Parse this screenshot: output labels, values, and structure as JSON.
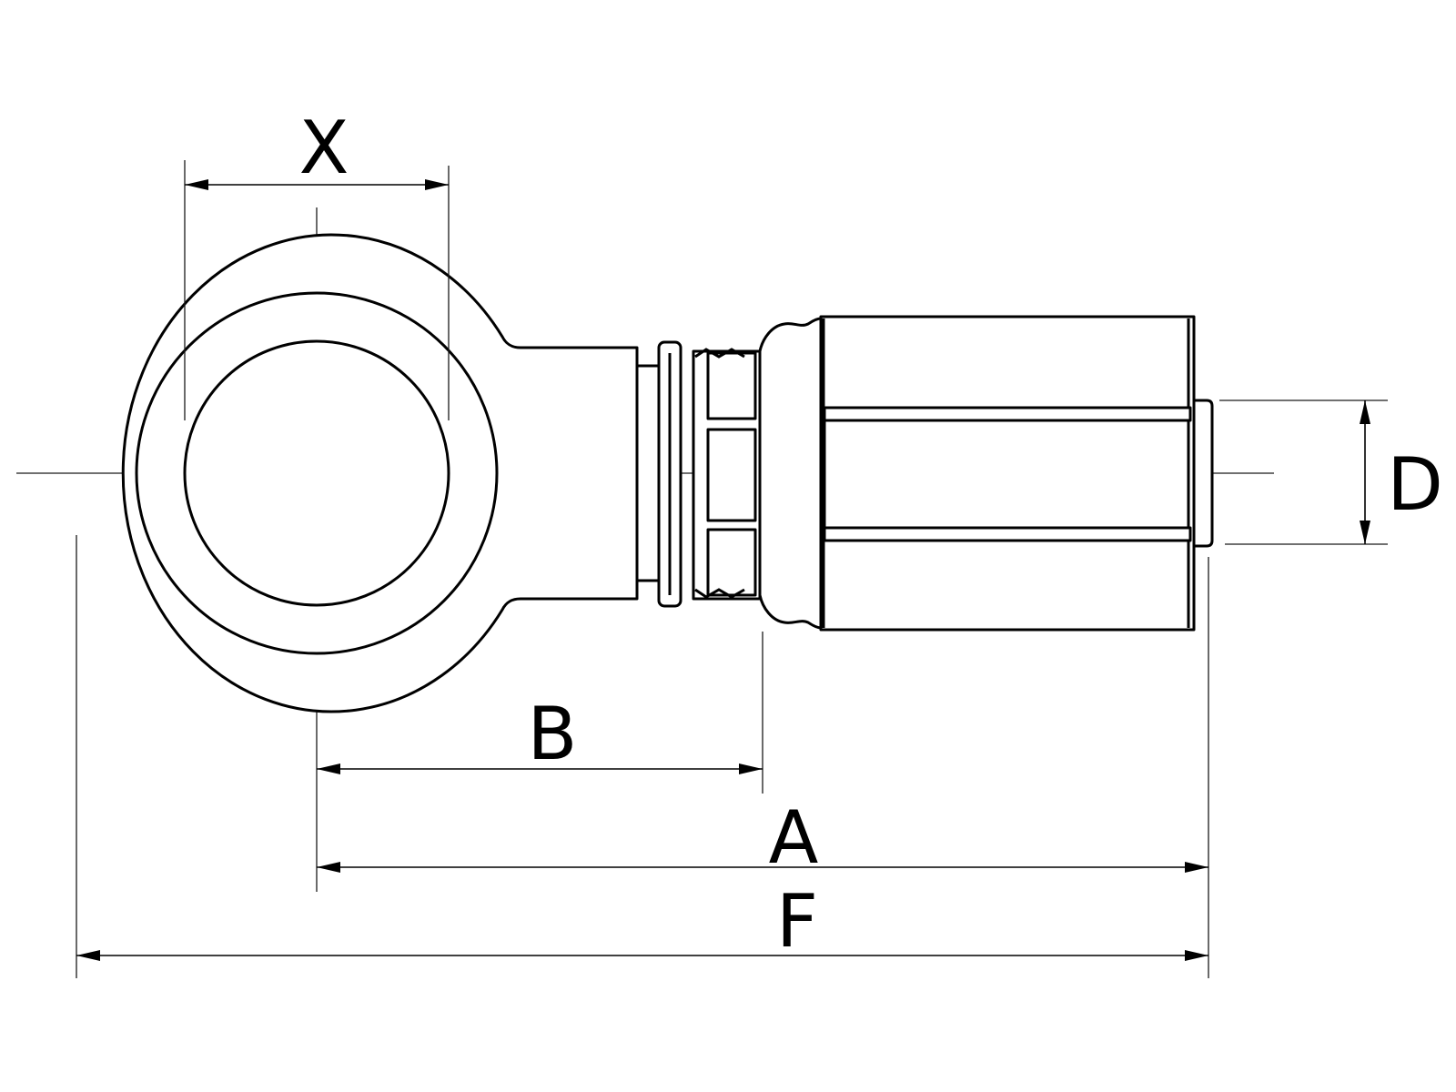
{
  "diagram": {
    "labels": {
      "x": "X",
      "b": "B",
      "a": "A",
      "f": "F",
      "d": "D"
    },
    "colors": {
      "line": "#000000",
      "background": "#ffffff"
    }
  }
}
